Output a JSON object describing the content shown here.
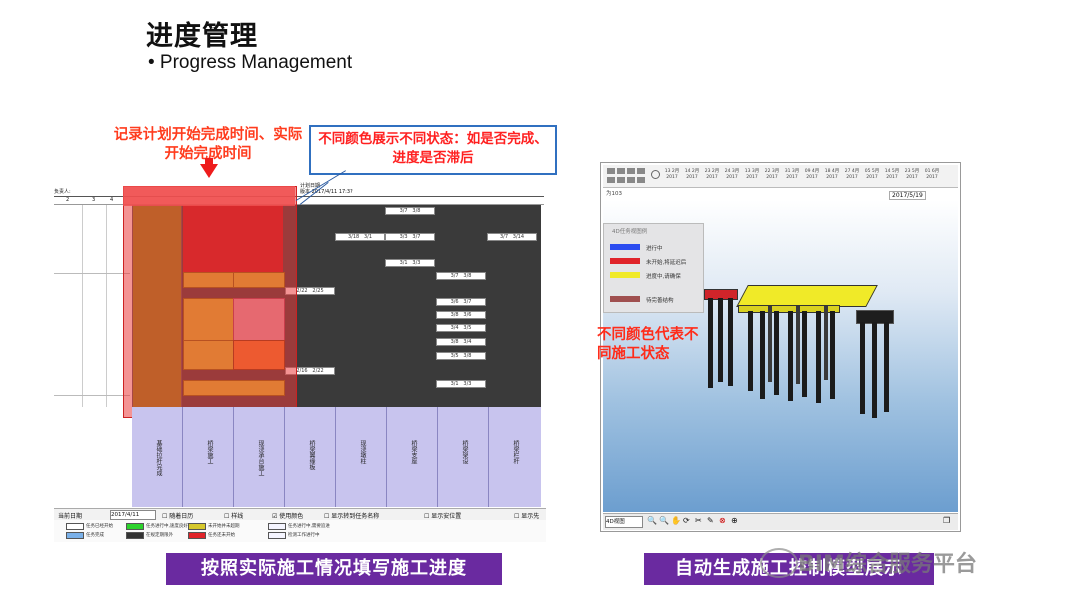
{
  "slide": {
    "title": "进度管理",
    "subtitle": "•  Progress Management"
  },
  "left": {
    "callout_left": "记录计划开始完成时间、实际开始完成时间",
    "callout_box": "不同颜色展示不同状态：如是否完成、进度是否滞后",
    "banner": "按照实际施工情况填写施工进度",
    "header": {
      "person_label": "负责人:",
      "plan_label": "计划日期",
      "version_label": "版本 2017/4/11 17:3?"
    },
    "col_numbers": [
      "2",
      "3",
      "4"
    ],
    "gantt_bar_labels": {
      "top_dates": [
        "3/7",
        "3/8",
        "3/18",
        "3/1",
        "3/3",
        "3/7",
        "3/7",
        "3/14",
        "3/1",
        "3/3",
        "3/7",
        "3/8",
        "3/6",
        "3/7",
        "3/8",
        "3/6",
        "3/4",
        "3/5",
        "3/8",
        "3/4",
        "3/5",
        "3/8",
        "3/1",
        "3/3"
      ],
      "mid_dates": [
        "2/22",
        "2/25",
        "2/16",
        "2/22"
      ]
    },
    "task_columns": [
      "基础拉杆完成",
      "桥梁施工",
      "现浇承台施工",
      "桥梁翼缘板",
      "现浇墩柱",
      "桥梁支座",
      "桥梁架设",
      "桥梁栏杆"
    ],
    "status": {
      "date_label": "当前日期",
      "date_value": "2017/4/11",
      "options": [
        "随着日历",
        "样线",
        "使用颜色",
        "显示转到任务名称",
        "显示安位置",
        "显示先"
      ]
    },
    "legend_items": [
      "任务已经开始",
      "任务完成",
      "任务进行中,速度良好",
      "在规定期限外",
      "未开始并未超期",
      "任务还未开始",
      "任务进行中,需要追进",
      "检测工作进行中"
    ]
  },
  "right": {
    "timeline_months": [
      "13 2月",
      "14 2月",
      "23 2月",
      "24 3月",
      "13 3月",
      "22 3月",
      "31 3月",
      "09 4月",
      "18 4月",
      "27 4月",
      "05 5月",
      "14 5月",
      "23 5月",
      "01 6月"
    ],
    "timeline_years": "2017",
    "timeline_date": "2017/5/19",
    "left_scale": "为103",
    "legend_title": "4D任务视图例",
    "legend": [
      {
        "label": "进行中",
        "color": "#2b4cf0"
      },
      {
        "label": "未开始,将延迟后",
        "color": "#e0242a"
      },
      {
        "label": "进度中,请确保",
        "color": "#f0ea28"
      },
      {
        "label": "待完善结构",
        "color": "#a05050"
      }
    ],
    "callout": "不同颜色代表不同施工状态",
    "view_mode": "4D视图",
    "banner": "自动生成施工控制模型展示"
  },
  "watermark": "BIM综合服务平台",
  "colors": {
    "banner": "#6a2aa0",
    "callout_red": "#ff3c1e",
    "callout_border": "#3070c0"
  }
}
